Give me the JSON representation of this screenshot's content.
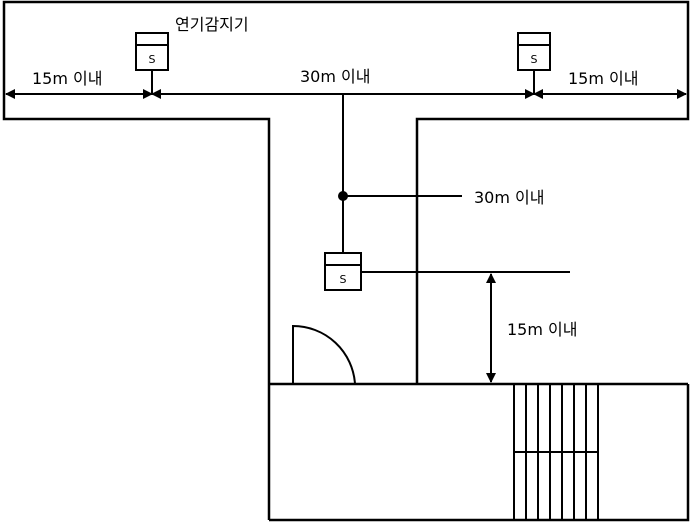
{
  "labels": {
    "detector": "연기감지기",
    "left_distance": "15m 이내",
    "top_distance": "30m 이내",
    "right_distance": "15m 이내",
    "branch_distance": "30m 이내",
    "vertical_distance": "15m 이내"
  },
  "detectors": [
    {
      "id": "detector-left",
      "symbol": "S"
    },
    {
      "id": "detector-right",
      "symbol": "S"
    },
    {
      "id": "detector-corridor",
      "symbol": "S"
    }
  ]
}
